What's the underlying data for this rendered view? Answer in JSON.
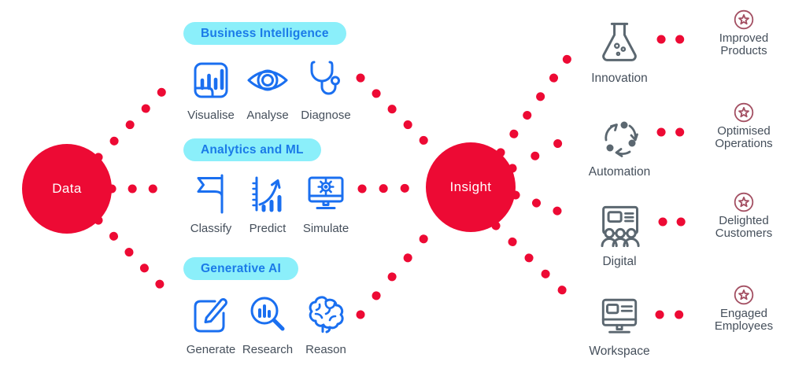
{
  "colors": {
    "node_red": "#ED0A34",
    "pill_background": "#8BEFFA",
    "pill_text": "#1B7BE8",
    "icon_blue": "#1A6FF0",
    "icon_gray": "#5B6770",
    "label_text": "#454F5B",
    "star_maroon": "#A34F62"
  },
  "nodes": {
    "source": {
      "label": "Data"
    },
    "hub": {
      "label": "Insight"
    }
  },
  "groups": [
    {
      "title": "Business Intelligence",
      "items": [
        {
          "label": "Visualise",
          "icon": "bar-chart-document-icon"
        },
        {
          "label": "Analyse",
          "icon": "eye-icon"
        },
        {
          "label": "Diagnose",
          "icon": "stethoscope-icon"
        }
      ]
    },
    {
      "title": "Analytics and ML",
      "items": [
        {
          "label": "Classify",
          "icon": "flag-icon"
        },
        {
          "label": "Predict",
          "icon": "rising-chart-arrow-icon"
        },
        {
          "label": "Simulate",
          "icon": "monitor-gear-icon"
        }
      ]
    },
    {
      "title": "Generative AI",
      "items": [
        {
          "label": "Generate",
          "icon": "pencil-square-icon"
        },
        {
          "label": "Research",
          "icon": "magnifier-chart-icon"
        },
        {
          "label": "Reason",
          "icon": "brain-icon"
        }
      ]
    }
  ],
  "outcomes": [
    {
      "label": "Innovation",
      "icon": "flask-icon",
      "result": "Improved Products"
    },
    {
      "label": "Automation",
      "icon": "cycle-arrows-icon",
      "result": "Optimised Operations"
    },
    {
      "label": "Digital",
      "icon": "presentation-audience-icon",
      "result": "Delighted Customers"
    },
    {
      "label": "Workspace",
      "icon": "desktop-monitor-icon",
      "result": "Engaged Employees"
    }
  ]
}
